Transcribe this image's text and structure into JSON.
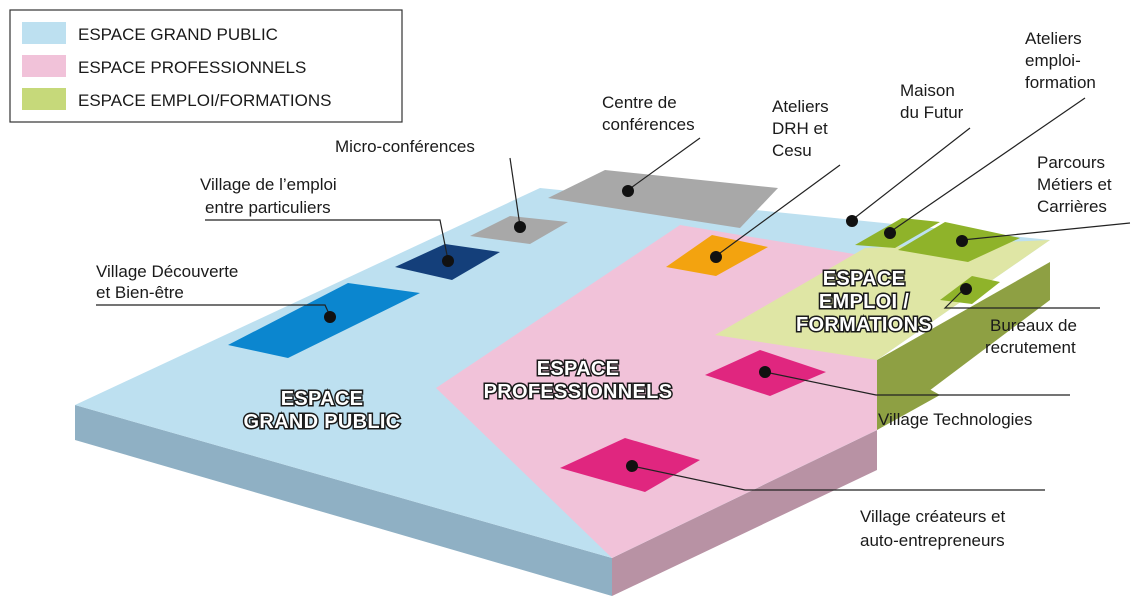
{
  "legend": {
    "items": [
      {
        "label": "ESPACE GRAND PUBLIC",
        "color": "#bde0f0"
      },
      {
        "label": "ESPACE PROFESSIONNELS",
        "color": "#f1c2d9"
      },
      {
        "label": "ESPACE EMPLOI/FORMATIONS",
        "color": "#c6d97a"
      }
    ]
  },
  "zones": {
    "grand_public": {
      "line1": "ESPACE",
      "line2": "GRAND PUBLIC"
    },
    "professionnels": {
      "line1": "ESPACE",
      "line2": "PROFESSIONNELS"
    },
    "emploi": {
      "line1": "ESPACE",
      "line2": "EMPLOI /",
      "line3": "FORMATIONS"
    }
  },
  "callouts": {
    "village_decouverte": {
      "line1": "Village Découverte",
      "line2": "et Bien-être"
    },
    "village_emploi": {
      "line1": "Village de l’emploi",
      "line2": "entre particuliers"
    },
    "micro_conferences": {
      "line1": "Micro-conférences"
    },
    "centre_conferences": {
      "line1": "Centre de",
      "line2": "conférences"
    },
    "ateliers_drh": {
      "line1": "Ateliers",
      "line2": "DRH et",
      "line3": "Cesu"
    },
    "maison_futur": {
      "line1": "Maison",
      "line2": "du Futur"
    },
    "ateliers_emploi": {
      "line1": "Ateliers",
      "line2": "emploi-",
      "line3": "formation"
    },
    "parcours": {
      "line1": "Parcours",
      "line2": "Métiers et",
      "line3": "Carrières"
    },
    "bureaux": {
      "line1": "Bureaux de",
      "line2": "recrutement"
    },
    "village_tech": {
      "line1": "Village Technologies"
    },
    "village_createurs": {
      "line1": "Village créateurs et",
      "line2": "auto-entrepreneurs"
    }
  },
  "colors": {
    "grand_public_top": "#bde0f0",
    "grand_public_side": "#8fb0c4",
    "professionnels_top": "#f1c2d9",
    "professionnels_side": "#b892a4",
    "emploi_top": "#dfe6a5",
    "emploi_side": "#8ea043",
    "emploi_stand": "#8fb32a",
    "grey_stand": "#a8a8a8",
    "orange_stand": "#f3a30f",
    "navy_stand": "#143f7a",
    "blue_stand": "#0b86cf",
    "magenta_stand": "#e0267f"
  }
}
